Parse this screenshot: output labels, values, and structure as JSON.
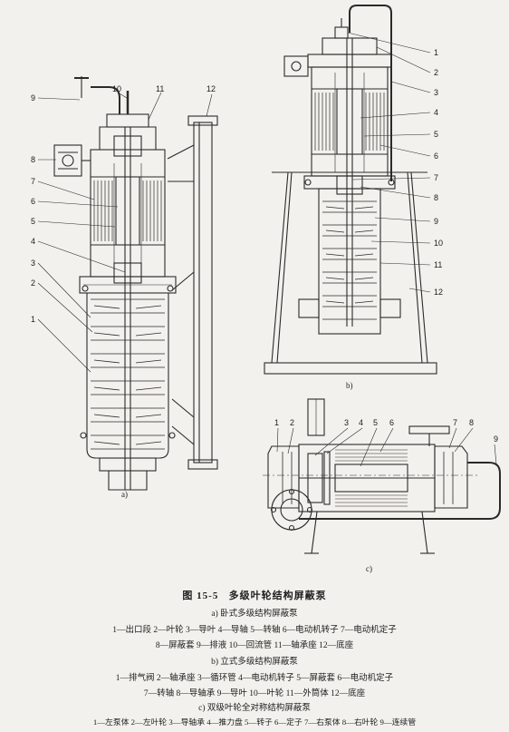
{
  "figure": {
    "caption_number": "图 15-5",
    "caption_title": "多级叶轮结构屏蔽泵"
  },
  "callouts": {
    "a": [
      "1",
      "2",
      "3",
      "4",
      "5",
      "6",
      "7",
      "8",
      "9",
      "10",
      "11",
      "12"
    ],
    "b": [
      "1",
      "2",
      "3",
      "4",
      "5",
      "6",
      "7",
      "8",
      "9",
      "10",
      "11",
      "12"
    ],
    "c": [
      "1",
      "2",
      "3",
      "4",
      "5",
      "6",
      "7",
      "8",
      "9"
    ]
  },
  "subfigure_labels": {
    "a": "a)",
    "b": "b)",
    "c": "c)"
  },
  "sections": [
    {
      "heading": "a) 卧式多级结构屏蔽泵",
      "lines": [
        "1—出口段  2—叶轮  3—导叶  4—导轴  5—转轴  6—电动机转子  7—电动机定子",
        "8—屏蔽套  9—排液  10—回流管  11—轴承座  12—底座"
      ]
    },
    {
      "heading": "b) 立式多级结构屏蔽泵",
      "lines": [
        "1—排气阀  2—轴承座  3—循环管  4—电动机转子  5—屏蔽套  6—电动机定子",
        "7—转轴  8—导轴承  9—导叶  10—叶轮  11—外筒体  12—底座"
      ]
    },
    {
      "heading": "c) 双级叶轮全对称结构屏蔽泵",
      "lines": [
        "1—左泵体  2—左叶轮  3—导轴承  4—推力盘  5—转子  6—定子  7—右泵体  8—右叶轮  9—连续管"
      ]
    }
  ]
}
